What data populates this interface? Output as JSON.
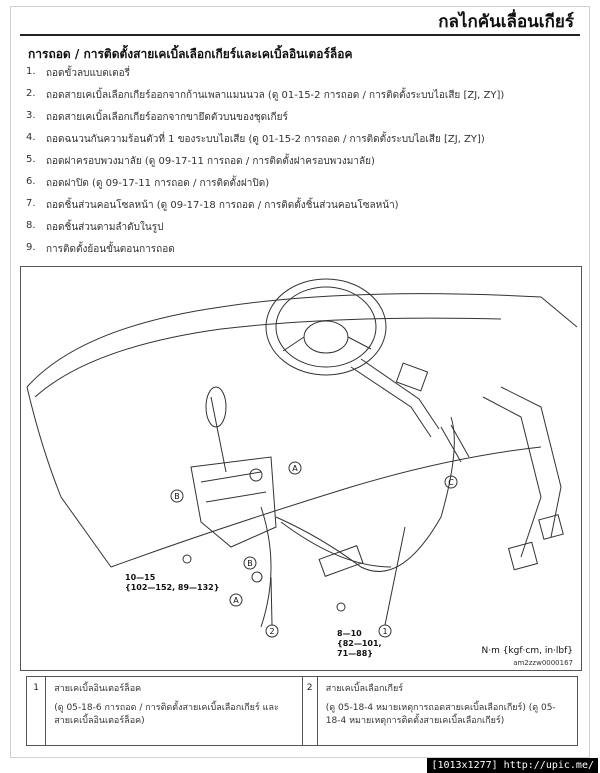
{
  "title": "กลไกคันเลื่อนเกียร์",
  "section_heading": "การถอด / การติดตั้งสายเคเบิ้ลเลือกเกียร์และเคเบิ้ลอินเตอร์ล็อค",
  "steps": [
    {
      "num": "1.",
      "text": "ถอดขั้วลบแบตเตอรี่"
    },
    {
      "num": "2.",
      "text": "ถอดสายเคเบิ้ลเลือกเกียร์ออกจากก้านเพลาแมนนวล (ดู 01-15-2 การถอด / การติดตั้งระบบไอเสีย [ZJ, ZY])"
    },
    {
      "num": "3.",
      "text": "ถอดสายเคเบิ้ลเลือกเกียร์ออกจากขายึดตัวบนของชุดเกียร์"
    },
    {
      "num": "4.",
      "text": "ถอดฉนวนกันความร้อนตัวที่ 1 ของระบบไอเสีย (ดู 01-15-2 การถอด / การติดตั้งระบบไอเสีย [ZJ, ZY])"
    },
    {
      "num": "5.",
      "text": "ถอดฝาครอบพวงมาลัย (ดู 09-17-11 การถอด / การติดตั้งฝาครอบพวงมาลัย)"
    },
    {
      "num": "6.",
      "text": "ถอดฝาปิด (ดู 09-17-11 การถอด / การติดตั้งฝาปิด)"
    },
    {
      "num": "7.",
      "text": "ถอดชิ้นส่วนคอนโซลหน้า (ดู 09-17-18 การถอด / การติดตั้งชิ้นส่วนคอนโซลหน้า)"
    },
    {
      "num": "8.",
      "text": "ถอดชิ้นส่วนตามลำดับในรูป"
    },
    {
      "num": "9.",
      "text": "การติดตั้งย้อนขั้นตอนการถอด"
    }
  ],
  "figure": {
    "torque_1": {
      "line1": "10—15",
      "line2": "{102—152, 89—132}"
    },
    "torque_2": {
      "line1": "8—10",
      "line2": "{82—101,",
      "line3": "71—88}"
    },
    "units": "N·m {kgf·cm, in·lbf}",
    "figure_id": "am2zzw0000167",
    "callouts": [
      "A",
      "B",
      "C",
      "1",
      "2"
    ]
  },
  "legend": [
    {
      "num": "1",
      "name": "สายเคเบิ้ลอินเตอร์ล็อค",
      "ref": "(ดู 05-18-6 การถอด / การติดตั้งสายเคเบิ้ลเลือกเกียร์ และสายเคเบิ้ลอินเตอร์ล็อค)"
    },
    {
      "num": "2",
      "name": "สายเคเบิ้ลเลือกเกียร์",
      "ref": "(ดู 05-18-4 หมายเหตุการถอดสายเคเบิ้ลเลือกเกียร์) (ดู 05-18-4 หมายเหตุการติดตั้งสายเคเบิ้ลเลือกเกียร์)"
    }
  ],
  "watermark": "[1013x1277] http://upic.me/"
}
